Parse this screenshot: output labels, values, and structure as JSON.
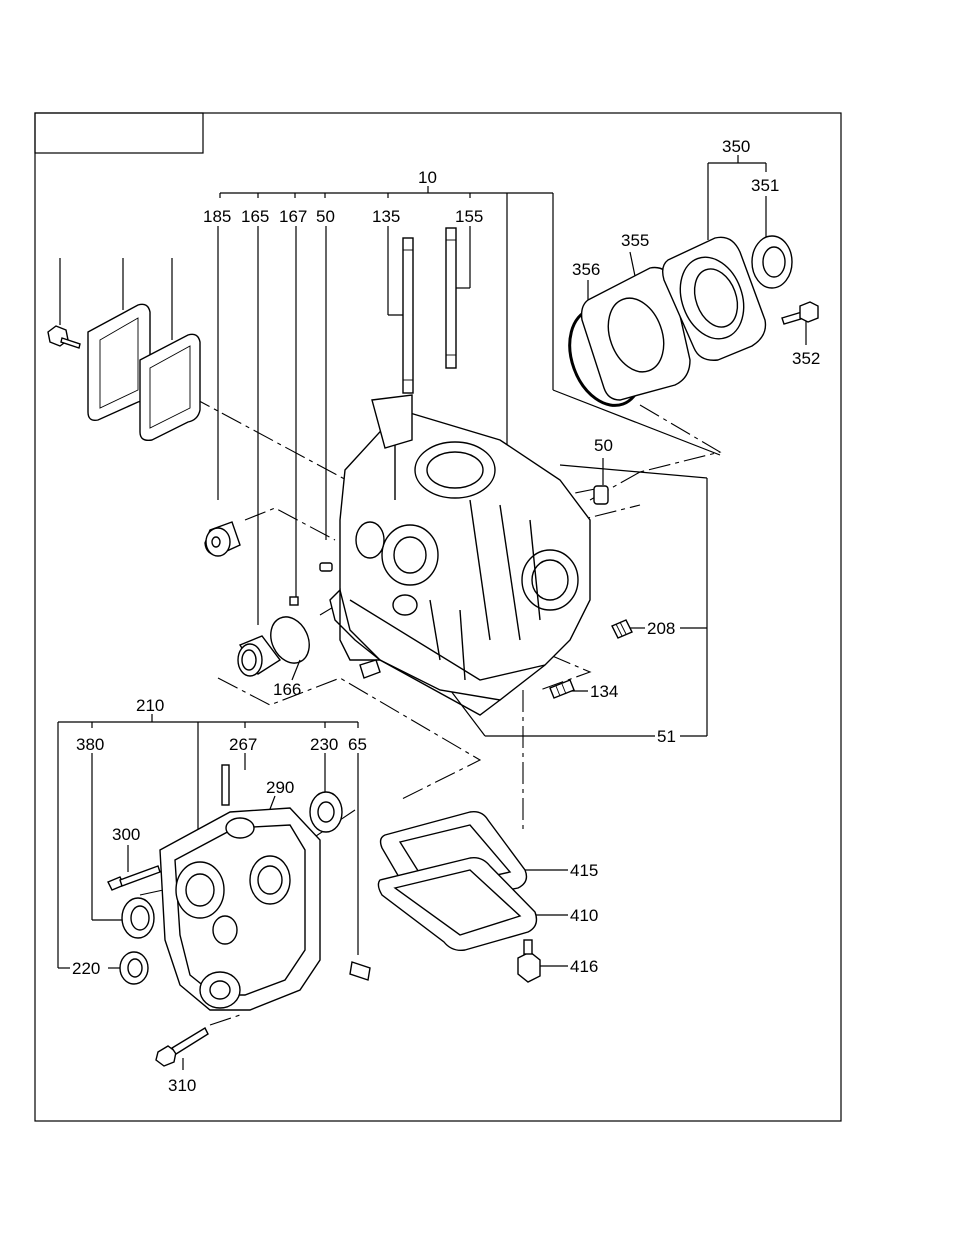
{
  "title_box_text": "",
  "callouts": {
    "c10": "10",
    "c185": "185",
    "c165": "165",
    "c167": "167",
    "c50a": "50",
    "c135": "135",
    "c155": "155",
    "c350": "350",
    "c351": "351",
    "c355": "355",
    "c356": "356",
    "c352": "352",
    "c50b": "50",
    "c208": "208",
    "c166": "166",
    "c134": "134",
    "c51": "51",
    "c210": "210",
    "c380": "380",
    "c267": "267",
    "c230": "230",
    "c65": "65",
    "c290": "290",
    "c300": "300",
    "c415": "415",
    "c410": "410",
    "c416": "416",
    "c220": "220",
    "c310": "310"
  }
}
